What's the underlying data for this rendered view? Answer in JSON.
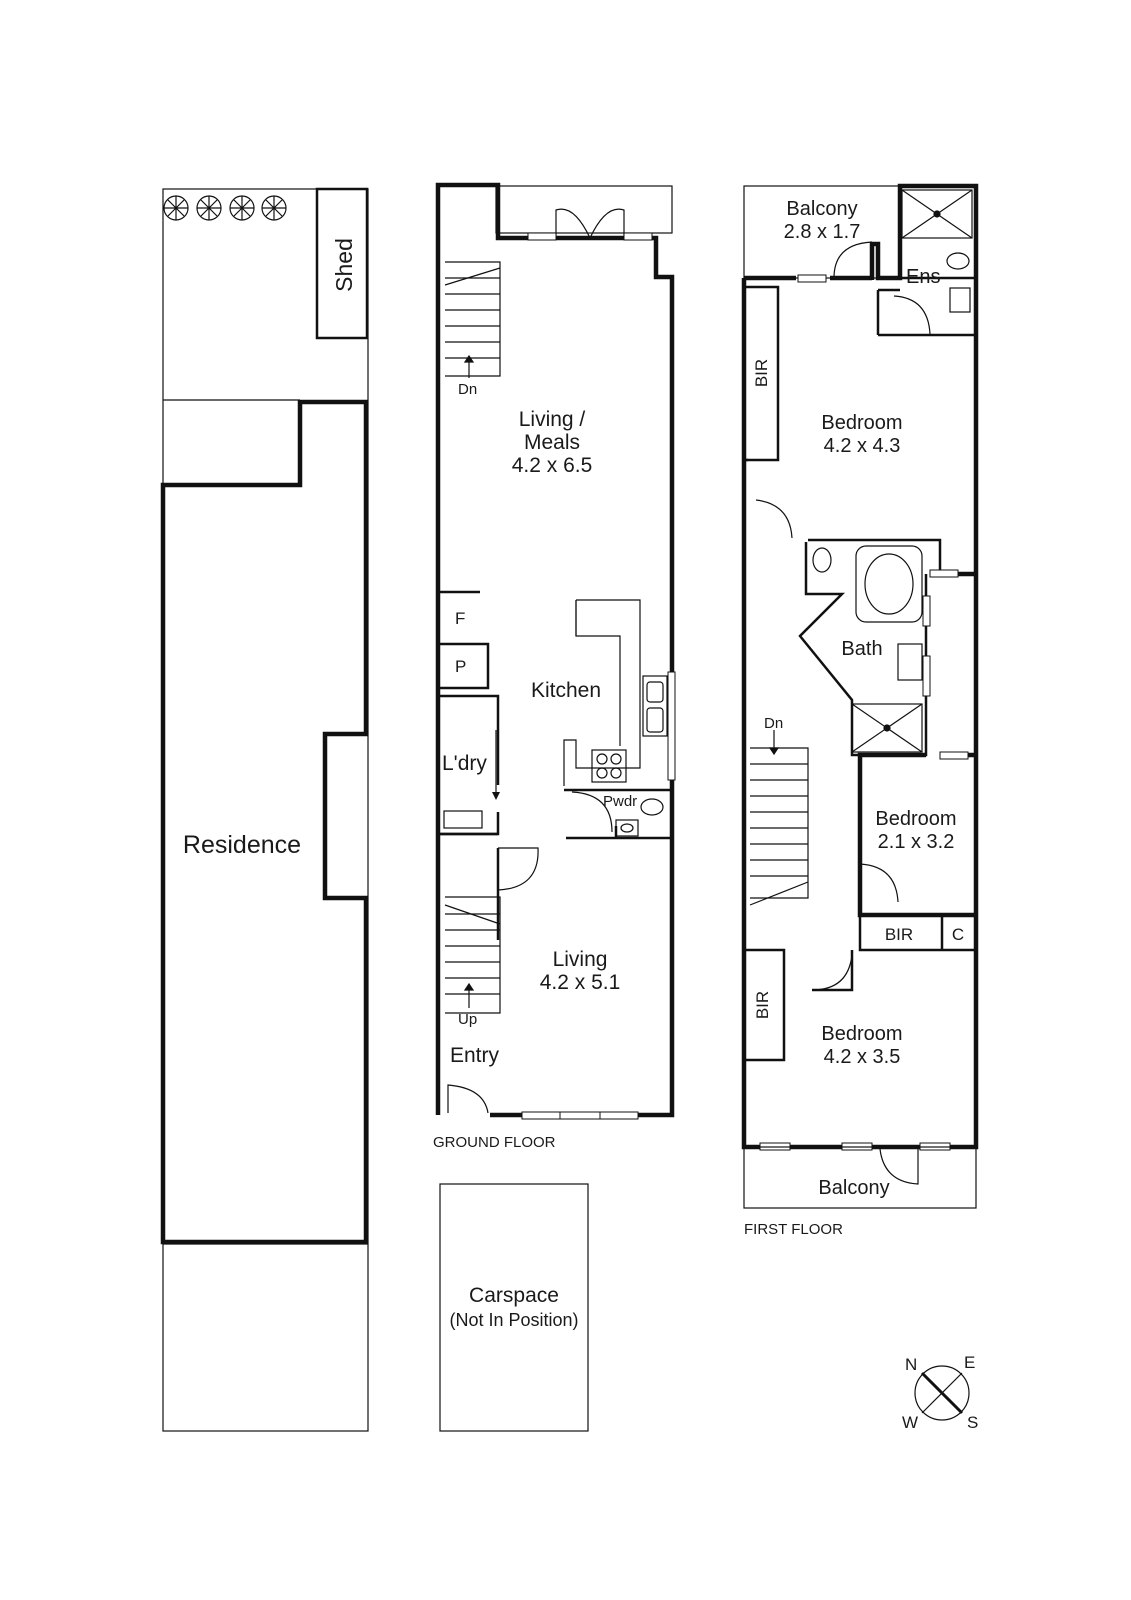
{
  "site": {
    "residence": "Residence",
    "shed": "Shed"
  },
  "ground_floor": {
    "caption": "GROUND FLOOR",
    "living_meals_name_1": "Living /",
    "living_meals_name_2": "Meals",
    "living_meals_size": "4.2 x 6.5",
    "kitchen": "Kitchen",
    "fridge": "F",
    "pantry": "P",
    "laundry": "L'dry",
    "powder": "Pwdr",
    "living_name": "Living",
    "living_size": "4.2 x 5.1",
    "entry": "Entry",
    "stairs_down": "Dn",
    "stairs_up": "Up"
  },
  "first_floor": {
    "caption": "FIRST FLOOR",
    "balcony_top_name": "Balcony",
    "balcony_top_size": "2.8 x 1.7",
    "ensuite": "Ens",
    "bir_top": "BIR",
    "bedroom1_name": "Bedroom",
    "bedroom1_size": "4.2 x 4.3",
    "bath": "Bath",
    "stairs_down": "Dn",
    "bedroom2_name": "Bedroom",
    "bedroom2_size": "2.1 x 3.2",
    "bir_mid": "BIR",
    "cupboard": "C",
    "bir_low": "BIR",
    "bedroom3_name": "Bedroom",
    "bedroom3_size": "4.2 x 3.5",
    "balcony_bottom": "Balcony"
  },
  "carspace": {
    "name": "Carspace",
    "note": "(Not In Position)"
  },
  "compass": {
    "n": "N",
    "e": "E",
    "w": "W",
    "s": "S"
  }
}
